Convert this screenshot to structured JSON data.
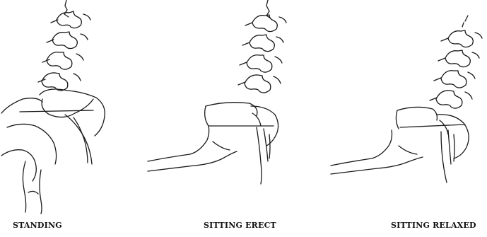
{
  "figure": {
    "panels": [
      {
        "caption": "STANDING"
      },
      {
        "caption": "SITTING ERECT"
      },
      {
        "caption": "SITTING RELAXED"
      }
    ]
  }
}
